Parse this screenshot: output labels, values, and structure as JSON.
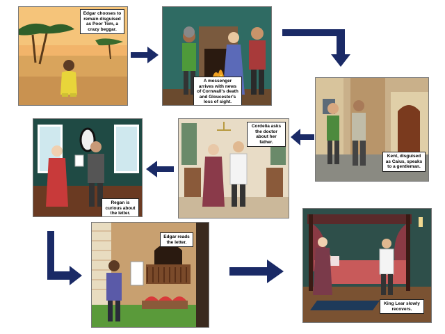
{
  "colors": {
    "arrow": "#1a2a66"
  },
  "panels": [
    {
      "id": "p1",
      "caption": "Edgar chooses to remain disguised as Poor Tom, a crazy beggar."
    },
    {
      "id": "p2",
      "caption": "A messenger arrives with news of Cornwall's death and Gloucester's loss of sight."
    },
    {
      "id": "p3",
      "caption": "Kent, disguised as Caius, speaks to a gentleman."
    },
    {
      "id": "p4",
      "caption": "Cordelia asks the doctor about her father."
    },
    {
      "id": "p5",
      "caption": "Regan is curious about the letter."
    },
    {
      "id": "p6",
      "caption": "Edgar reads the letter."
    },
    {
      "id": "p7",
      "caption": "King Lear slowly recovers."
    }
  ]
}
